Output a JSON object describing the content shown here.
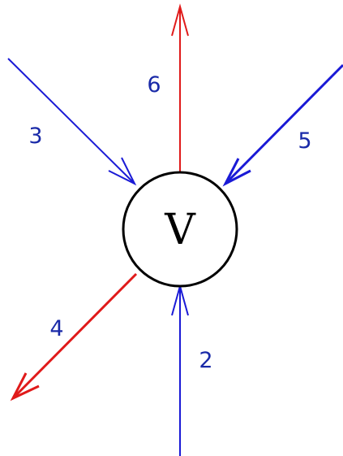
{
  "vertex": {
    "label": "V",
    "fill": "#ffffff",
    "stroke": "#000000"
  },
  "colors": {
    "incoming": "#1a1ad6",
    "outgoing": "#e01a1a",
    "label": "#1a2aa8"
  },
  "edges": [
    {
      "id": "2",
      "label": "2",
      "direction": "in"
    },
    {
      "id": "3",
      "label": "3",
      "direction": "in"
    },
    {
      "id": "4",
      "label": "4",
      "direction": "out"
    },
    {
      "id": "5",
      "label": "5",
      "direction": "in"
    },
    {
      "id": "6",
      "label": "6",
      "direction": "out"
    }
  ]
}
